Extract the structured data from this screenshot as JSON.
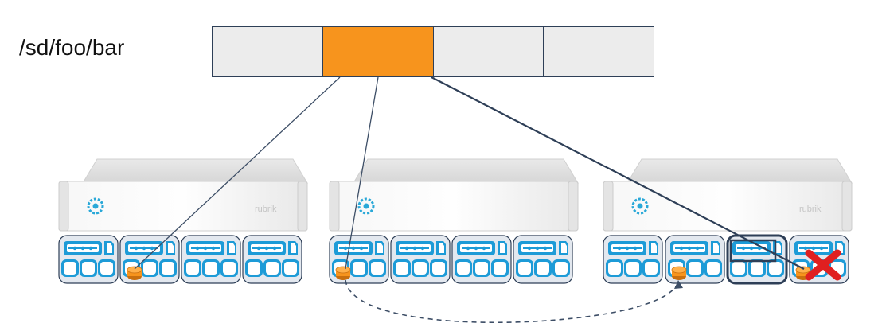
{
  "path": "/sd/foo/bar",
  "file_bar": {
    "chunks": [
      {
        "state": "normal"
      },
      {
        "state": "replica"
      },
      {
        "state": "normal"
      },
      {
        "state": "normal"
      }
    ]
  },
  "servers": [
    {
      "brand": "rubrik",
      "nodes": [
        {
          "replica": false
        },
        {
          "replica": true
        },
        {
          "replica": false
        },
        {
          "replica": false
        }
      ]
    },
    {
      "brand": "",
      "nodes": [
        {
          "replica": true
        },
        {
          "replica": false
        },
        {
          "replica": false
        },
        {
          "replica": false
        }
      ]
    },
    {
      "brand": "rubrik",
      "nodes": [
        {
          "replica": false
        },
        {
          "replica": true
        },
        {
          "replica": false,
          "highlighted": true
        },
        {
          "replica": true,
          "failed": true
        }
      ]
    }
  ],
  "colors": {
    "chunk_default": "#ececec",
    "chunk_active": "#f7941d",
    "outline": "#2e3f57",
    "node_blue": "#1d9bd7",
    "node_fill": "#e3e8ef",
    "failure": "#e02020"
  }
}
